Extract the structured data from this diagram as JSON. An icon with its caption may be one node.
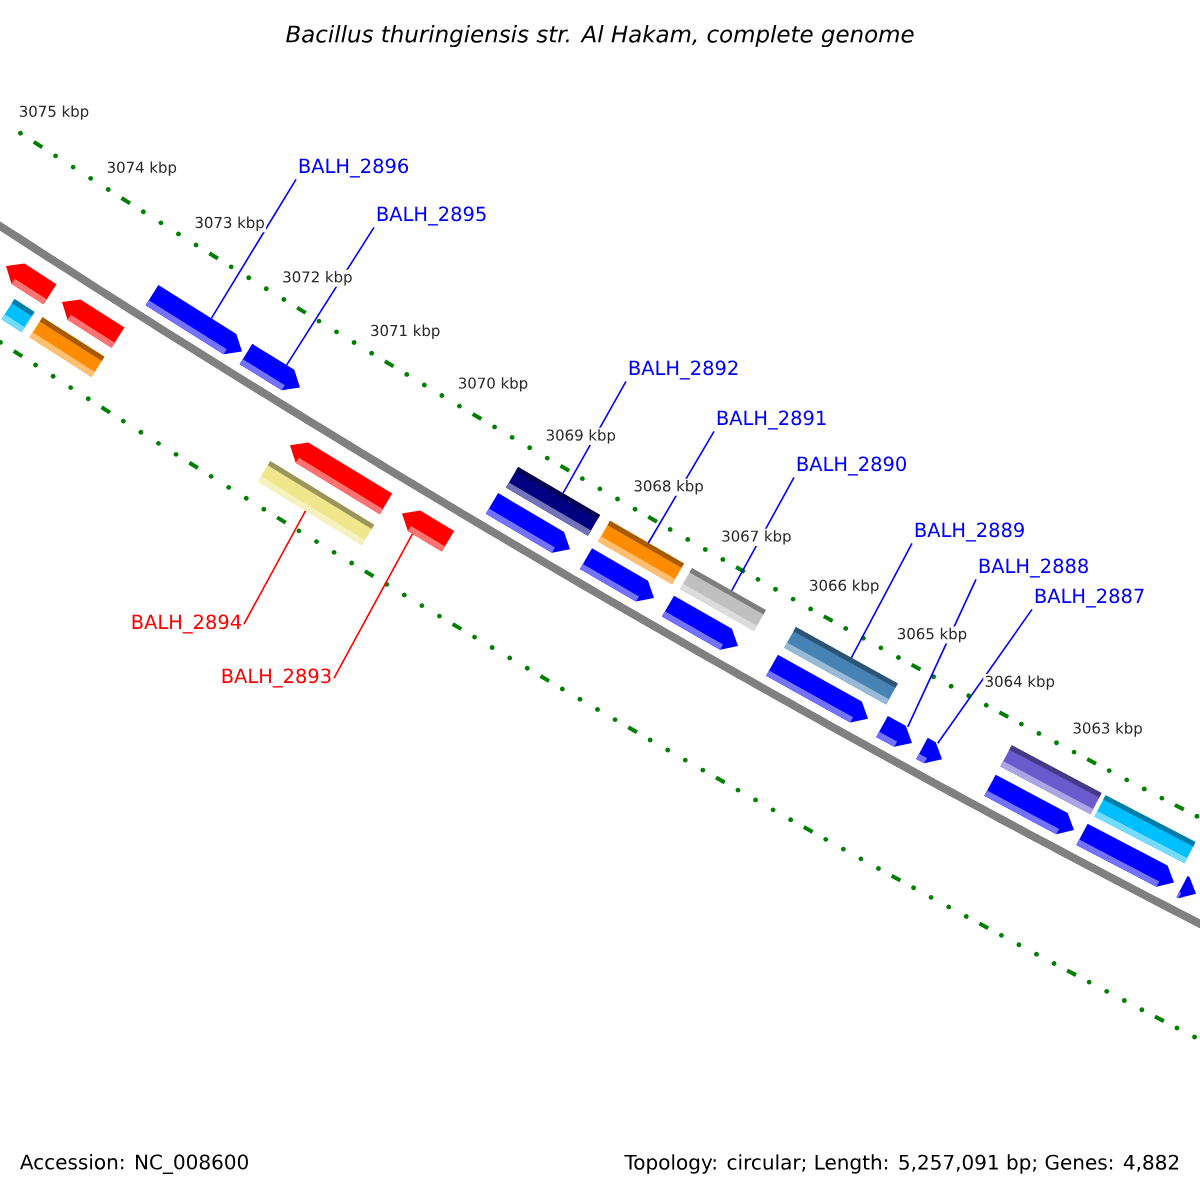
{
  "diagram": {
    "title": "Bacillus thuringiensis str. Al Hakam, complete genome",
    "nodes": [
      {
        "text": [
          "BALH_2896"
        ]
      },
      {
        "text": [
          "BALH_2895"
        ]
      },
      {
        "text": [
          "BALH_2892"
        ]
      },
      {
        "text": [
          "BALH_2891"
        ]
      },
      {
        "text": [
          "BALH_2890"
        ]
      },
      {
        "text": [
          "BALH_2889"
        ]
      },
      {
        "text": [
          "BALH_2888"
        ]
      },
      {
        "text": [
          "BALH_2887"
        ]
      },
      {
        "text": [
          "BALH_2894"
        ]
      },
      {
        "text": [
          "BALH_2893"
        ]
      },
      {
        "text": [],
        "shape": "arrow"
      },
      {
        "text": [],
        "shape": "bar"
      },
      {
        "text": [],
        "shape": "bar"
      },
      {
        "text": [],
        "shape": "arrow"
      },
      {
        "text": [],
        "shape": "arrow"
      },
      {
        "text": [],
        "shape": "arrow"
      },
      {
        "text": [],
        "shape": "bar"
      },
      {
        "text": [],
        "shape": "arrow"
      },
      {
        "text": [],
        "shape": "arrow"
      },
      {
        "text": [],
        "shape": "arrow"
      },
      {
        "text": [],
        "shape": "bar"
      },
      {
        "text": [],
        "shape": "arrow"
      },
      {
        "text": [],
        "shape": "bar"
      },
      {
        "text": [],
        "shape": "arrow"
      },
      {
        "text": [],
        "shape": "bar"
      },
      {
        "text": [],
        "shape": "arrow"
      },
      {
        "text": [],
        "shape": "bar"
      },
      {
        "text": [],
        "shape": "arrow"
      },
      {
        "text": [],
        "shape": "arrow"
      },
      {
        "text": [],
        "shape": "arrow"
      },
      {
        "text": [],
        "shape": "bar"
      },
      {
        "text": [],
        "shape": "arrow"
      },
      {
        "text": [],
        "shape": "bar"
      },
      {
        "text": [],
        "shape": "arrow"
      }
    ],
    "edges": [
      {
        "from": 0,
        "to": 14,
        "arrow": "none"
      },
      {
        "from": 1,
        "to": 15,
        "arrow": "none"
      },
      {
        "from": 2,
        "to": 20,
        "arrow": "none"
      },
      {
        "from": 3,
        "to": 22,
        "arrow": "none"
      },
      {
        "from": 4,
        "to": 24,
        "arrow": "none"
      },
      {
        "from": 5,
        "to": 26,
        "arrow": "none"
      },
      {
        "from": 6,
        "to": 27,
        "arrow": "none"
      },
      {
        "from": 7,
        "to": 28,
        "arrow": "none"
      },
      {
        "from": 8,
        "to": 16,
        "arrow": "none",
        "color": "#ff0000"
      },
      {
        "from": 9,
        "to": 18,
        "arrow": "none",
        "color": "#ff0000"
      }
    ],
    "labels": [
      "3075 kbp",
      "3074 kbp",
      "3073 kbp",
      "3072 kbp",
      "3071 kbp",
      "3070 kbp",
      "3069 kbp",
      "3068 kbp",
      "3067 kbp",
      "3066 kbp",
      "3065 kbp",
      "3064 kbp",
      "3063 kbp",
      "Accession: NC_008600",
      "Topology: circular; Length: 5,257,091 bp; Genes: 4,882"
    ]
  }
}
